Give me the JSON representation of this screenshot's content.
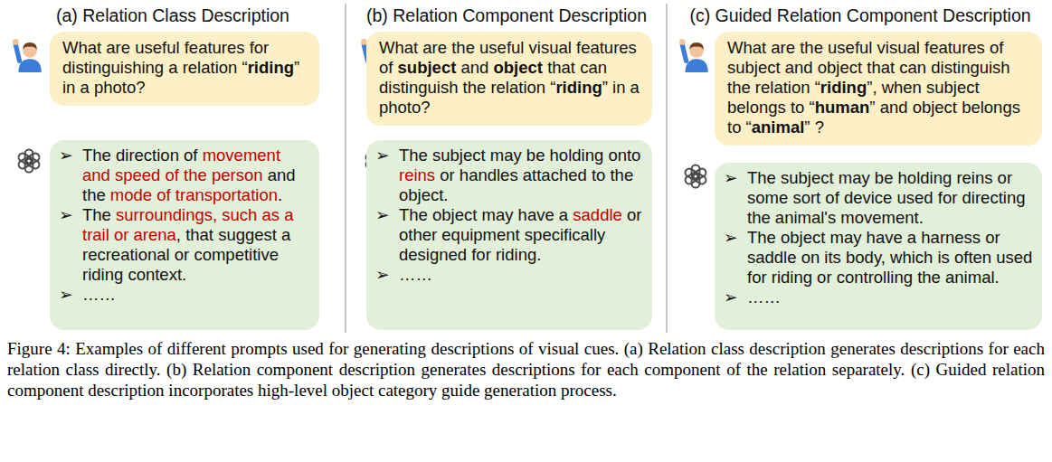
{
  "diagram": {
    "caption": "Figure 4: Examples of different prompts used for generating descriptions of visual cues. (a) Relation class description generates descriptions for each relation class directly. (b) Relation component description generates descriptions for each component of the relation separately. (c) Guided relation component description incorporates high-level object category guide generation process.",
    "nodes": [
      {
        "text": [
          "What are useful features for distinguishing a relation “",
          "riding",
          "” in a photo?"
        ]
      },
      {
        "text": [
          "➢",
          "The direction of ",
          "movement and speed of the person",
          " and the ",
          "mode of transportation",
          ".",
          "➢",
          "The ",
          "surroundings, such as a trail or arena",
          ", that suggest a recreational or competitive riding context.",
          "➢",
          "……"
        ]
      },
      {
        "text": [
          "What are the useful visual features of ",
          "subject",
          " and ",
          "object",
          " that can distinguish the relation “",
          "riding",
          "” in a photo?"
        ]
      },
      {
        "text": [
          "➢",
          "The subject may be holding onto ",
          "reins",
          " or handles attached to the object.",
          "➢",
          "The object may have a ",
          "saddle",
          " or other equipment specifically designed for riding.",
          "➢",
          "……"
        ]
      },
      {
        "text": [
          "What are the useful visual features of subject and object that can distinguish the relation “",
          "riding",
          "”, when subject belongs to “",
          "human",
          "” and object belongs to “",
          "animal",
          "” ?"
        ]
      },
      {
        "text": [
          "➢",
          "The subject may be holding reins or some sort of device used for directing the animal's movement.",
          "➢",
          "The object may have a harness or saddle on its body, which is often used for riding or controlling the animal.",
          "➢",
          "……"
        ]
      }
    ],
    "labels": [
      "(a) Relation Class Description",
      "(b) Relation Component Description",
      "(c) Guided Relation Component Description"
    ]
  }
}
